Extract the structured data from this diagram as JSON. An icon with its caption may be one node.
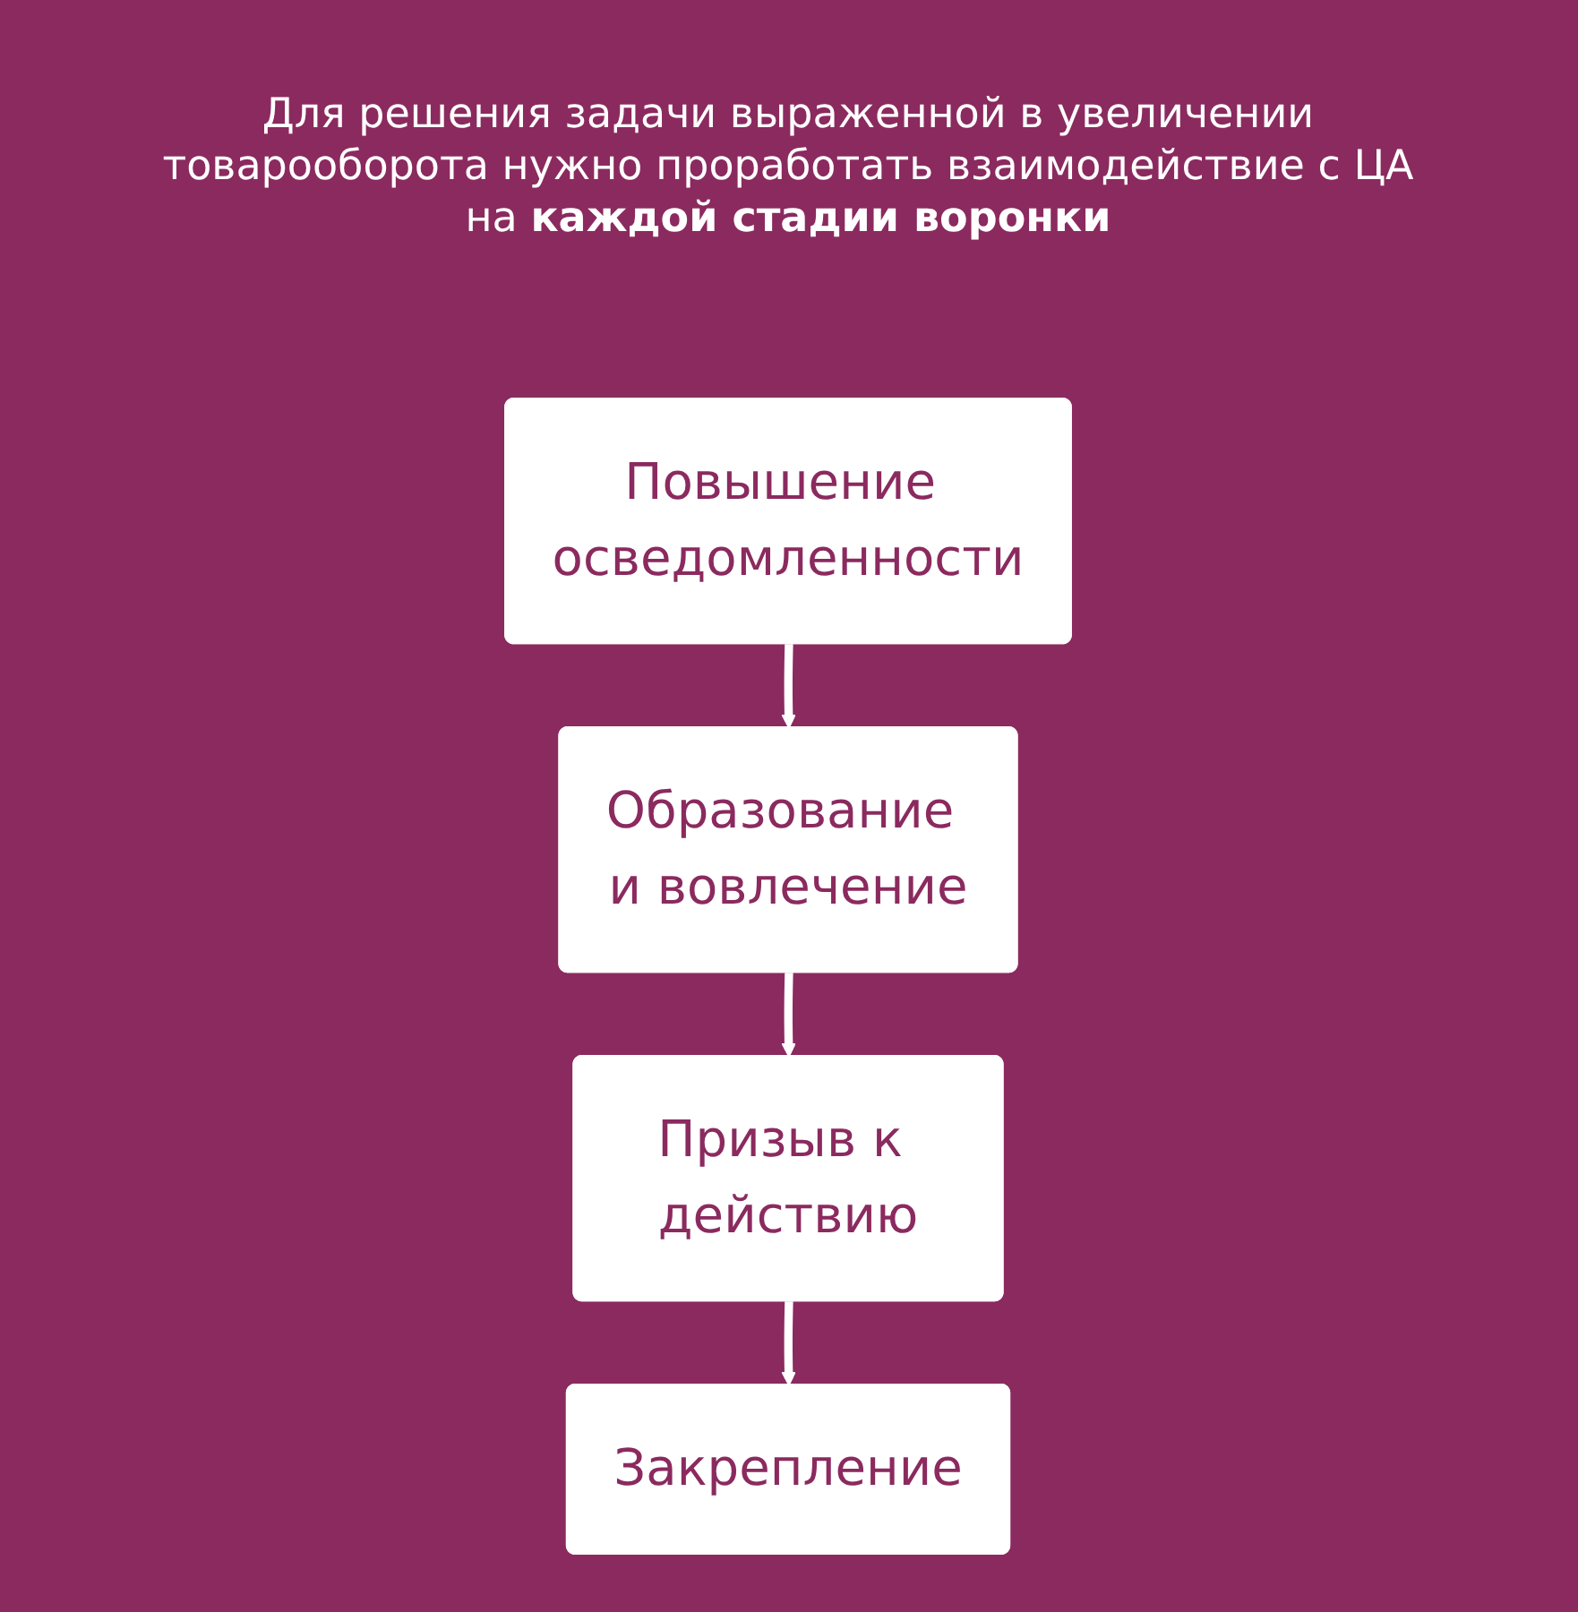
{
  "diagram": {
    "title": "Для решения задачи выраженной в увеличении товарооборота нужно проработать взаимодействие с ЦА на **каждой стадии воронки**",
    "nodes": [
      {
        "text": [
          "Повышение осведомленности"
        ]
      },
      {
        "text": [
          "Образование и вовлечение"
        ]
      },
      {
        "text": [
          "Призыв к действию"
        ]
      },
      {
        "text": [
          "Закрепление"
        ]
      }
    ],
    "edges": [
      {
        "from": 0,
        "to": 1,
        "arrow": "to"
      },
      {
        "from": 1,
        "to": 2,
        "arrow": "to"
      },
      {
        "from": 2,
        "to": 3,
        "arrow": "to"
      }
    ]
  }
}
